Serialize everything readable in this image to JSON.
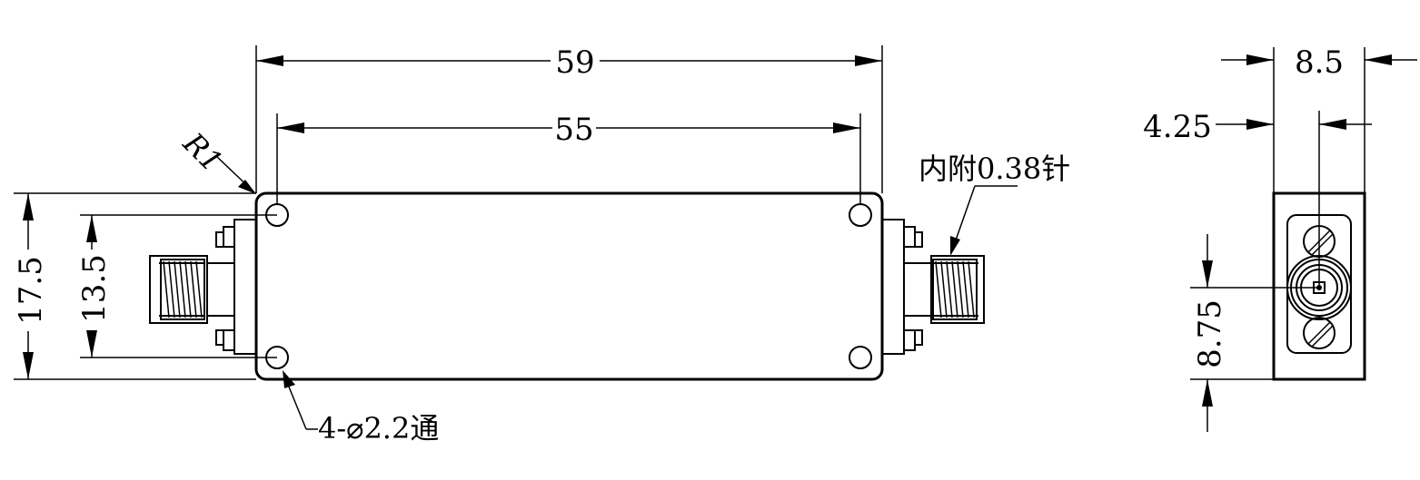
{
  "dimensions": {
    "overall_length": "59",
    "hole_spacing_length": "55",
    "overall_width": "17.5",
    "hole_spacing_width": "13.5",
    "corner_radius": "R1",
    "side_width": "8.5",
    "side_half_width": "4.25",
    "connector_height": "8.75"
  },
  "annotations": {
    "pin": "内附0.38针",
    "holes": "4-⌀2.2通"
  }
}
